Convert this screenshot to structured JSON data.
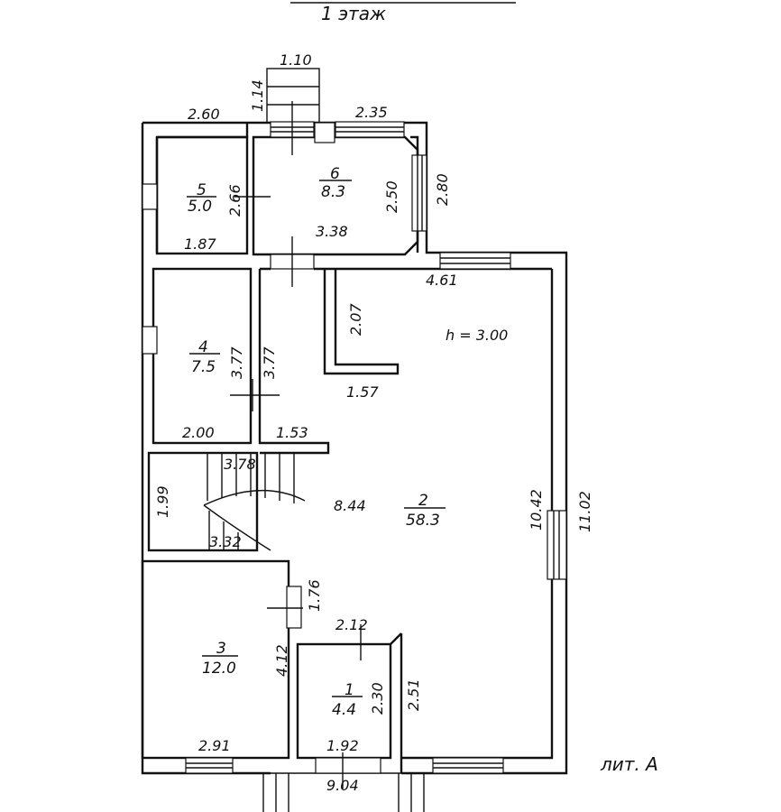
{
  "title": "1 этаж",
  "stamp": "лит. А",
  "height_note": "h = 3.00",
  "rooms": [
    {
      "no": "1",
      "area": "4.4"
    },
    {
      "no": "2",
      "area": "58.3"
    },
    {
      "no": "3",
      "area": "12.0"
    },
    {
      "no": "4",
      "area": "7.5"
    },
    {
      "no": "5",
      "area": "5.0"
    },
    {
      "no": "6",
      "area": "8.3"
    }
  ],
  "dims": {
    "porch_w": "1.10",
    "porch_d": "1.14",
    "top_left": "2.60",
    "top_right": "2.35",
    "r6_h": "2.50",
    "r6_side": "2.80",
    "r6_w": "3.38",
    "r5_h": "2.66",
    "r5_w": "1.87",
    "r4_h": "3.77",
    "corr_h": "3.77",
    "r4_w": "2.00",
    "corr_w": "1.53",
    "r2_top": "4.61",
    "alcove_h": "2.07",
    "alcove_w": "1.57",
    "stair_top": "3.78",
    "stair_h": "1.99",
    "stair_w": "3.32",
    "hall_w": "8.44",
    "r2_h": "10.42",
    "outer_h": "11.02",
    "door_gap": "1.76",
    "r1_top": "2.12",
    "r3_h": "4.12",
    "r3_w": "2.91",
    "r1_h": "2.30",
    "r1_side": "2.51",
    "r1_w": "1.92",
    "total_w": "9.04"
  }
}
